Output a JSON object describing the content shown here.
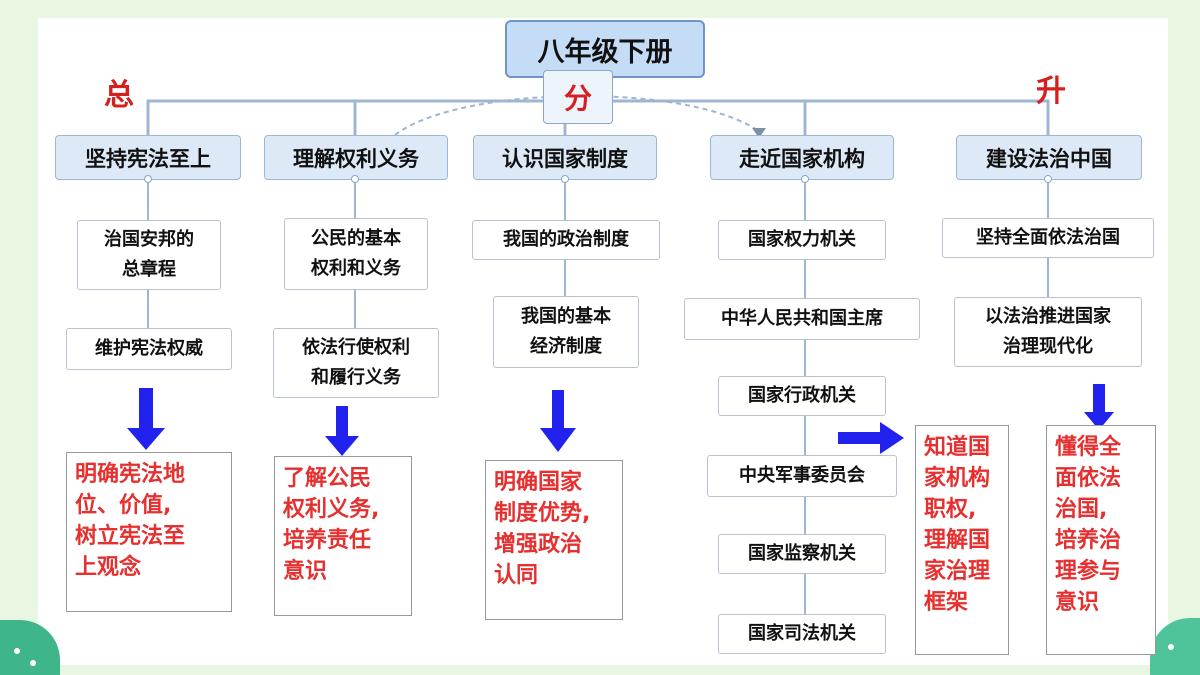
{
  "title": "八年级下册",
  "label_zong": "总",
  "label_fen": "分",
  "label_sheng": "升",
  "colors": {
    "line": "#9fb5d4",
    "arrow": "#2222ee",
    "result_text": "#e63030",
    "label": "#d62020"
  },
  "columns": [
    {
      "head": "坚持宪法至上",
      "items": [
        "治国安邦的\n总章程",
        "维护宪法权威"
      ],
      "result": "明确宪法地\n位、价值,\n树立宪法至\n上观念"
    },
    {
      "head": "理解权利义务",
      "items": [
        "公民的基本\n权利和义务",
        "依法行使权利\n和履行义务"
      ],
      "result": "了解公民\n权利义务,\n培养责任\n意识"
    },
    {
      "head": "认识国家制度",
      "items": [
        "我国的政治制度",
        "我国的基本\n经济制度"
      ],
      "result": "明确国家\n制度优势,\n增强政治\n认同"
    },
    {
      "head": "走近国家机构",
      "items": [
        "国家权力机关",
        "中华人民共和国主席",
        "国家行政机关",
        "中央军事委员会",
        "国家监察机关",
        "国家司法机关"
      ],
      "result": "知道国\n家机构\n职权,\n理解国\n家治理\n框架"
    },
    {
      "head": "建设法治中国",
      "items": [
        "坚持全面依法治国",
        "以法治推进国家\n治理现代化"
      ],
      "result": "懂得全\n面依法\n治国,\n培养治\n理参与\n意识"
    }
  ]
}
